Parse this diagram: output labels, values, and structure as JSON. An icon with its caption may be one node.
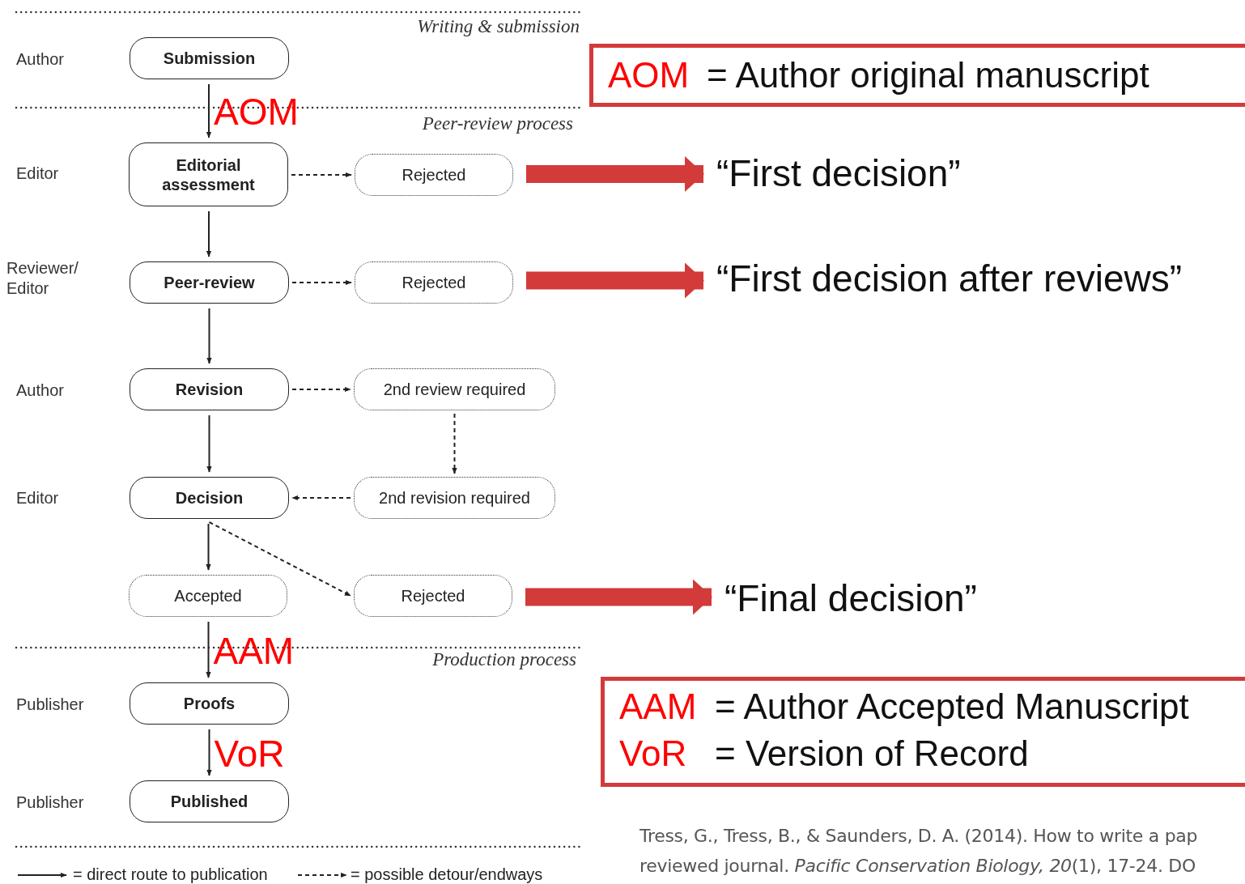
{
  "diagram": {
    "nodes": [
      {
        "text": [
          "Submission"
        ]
      },
      {
        "text": [
          "Editorial assessment"
        ]
      },
      {
        "text": [
          "Rejected"
        ]
      },
      {
        "text": [
          "Peer-review"
        ]
      },
      {
        "text": [
          "Rejected"
        ]
      },
      {
        "text": [
          "Revision"
        ]
      },
      {
        "text": [
          "2nd review required"
        ]
      },
      {
        "text": [
          "Decision"
        ]
      },
      {
        "text": [
          "2nd revision required"
        ]
      },
      {
        "text": [
          "Accepted"
        ]
      },
      {
        "text": [
          "Rejected"
        ]
      },
      {
        "text": [
          "Proofs"
        ]
      },
      {
        "text": [
          "Published"
        ]
      },
      {
        "text": [
          "“First decision”"
        ]
      },
      {
        "text": [
          "“First decision after reviews”"
        ]
      },
      {
        "text": [
          "“Final decision”"
        ]
      },
      {
        "text": [
          "AOM",
          "= Author original manuscript"
        ]
      },
      {
        "text": [
          "AAM",
          "= Author Accepted Manuscript",
          "VoR",
          "= Version of Record"
        ]
      }
    ],
    "edges": [
      {
        "from": 0,
        "to": 1,
        "arrow": "to",
        "label": "AOM"
      },
      {
        "from": 1,
        "to": 2,
        "arrow": "to",
        "style": "dashed"
      },
      {
        "from": 1,
        "to": 3,
        "arrow": "to"
      },
      {
        "from": 3,
        "to": 4,
        "arrow": "to",
        "style": "dashed"
      },
      {
        "from": 3,
        "to": 5,
        "arrow": "to"
      },
      {
        "from": 5,
        "to": 6,
        "arrow": "to",
        "style": "dashed"
      },
      {
        "from": 6,
        "to": 8,
        "arrow": "to",
        "style": "dashed"
      },
      {
        "from": 8,
        "to": 7,
        "arrow": "to",
        "style": "dashed"
      },
      {
        "from": 5,
        "to": 7,
        "arrow": "to"
      },
      {
        "from": 7,
        "to": 9,
        "arrow": "to"
      },
      {
        "from": 7,
        "to": 10,
        "arrow": "to",
        "style": "dashed"
      },
      {
        "from": 9,
        "to": 11,
        "arrow": "to",
        "label": "AAM"
      },
      {
        "from": 11,
        "to": 12,
        "arrow": "to",
        "label": "VoR"
      },
      {
        "from": 2,
        "to": 13,
        "arrow": "to",
        "style": "thick",
        "color": "#d33a3a"
      },
      {
        "from": 4,
        "to": 14,
        "arrow": "to",
        "style": "thick",
        "color": "#d33a3a"
      },
      {
        "from": 10,
        "to": 15,
        "arrow": "to",
        "style": "thick",
        "color": "#d33a3a"
      }
    ],
    "labels": [
      "Writing & submission",
      "Author",
      "Peer-review process",
      "Editor",
      "Reviewer/ Editor",
      "Author",
      "Editor",
      "Production process",
      "Publisher",
      "Publisher",
      "Tress, G., Tress, B., & Saunders, D. A. (2014). How to write a pap",
      "reviewed journal. *Pacific Conservation Biology, 20*(1), 17-24. DO"
    ],
    "legend": [
      {
        "text": "= direct route to publication"
      },
      {
        "text": "= possible detour/endways"
      }
    ]
  }
}
